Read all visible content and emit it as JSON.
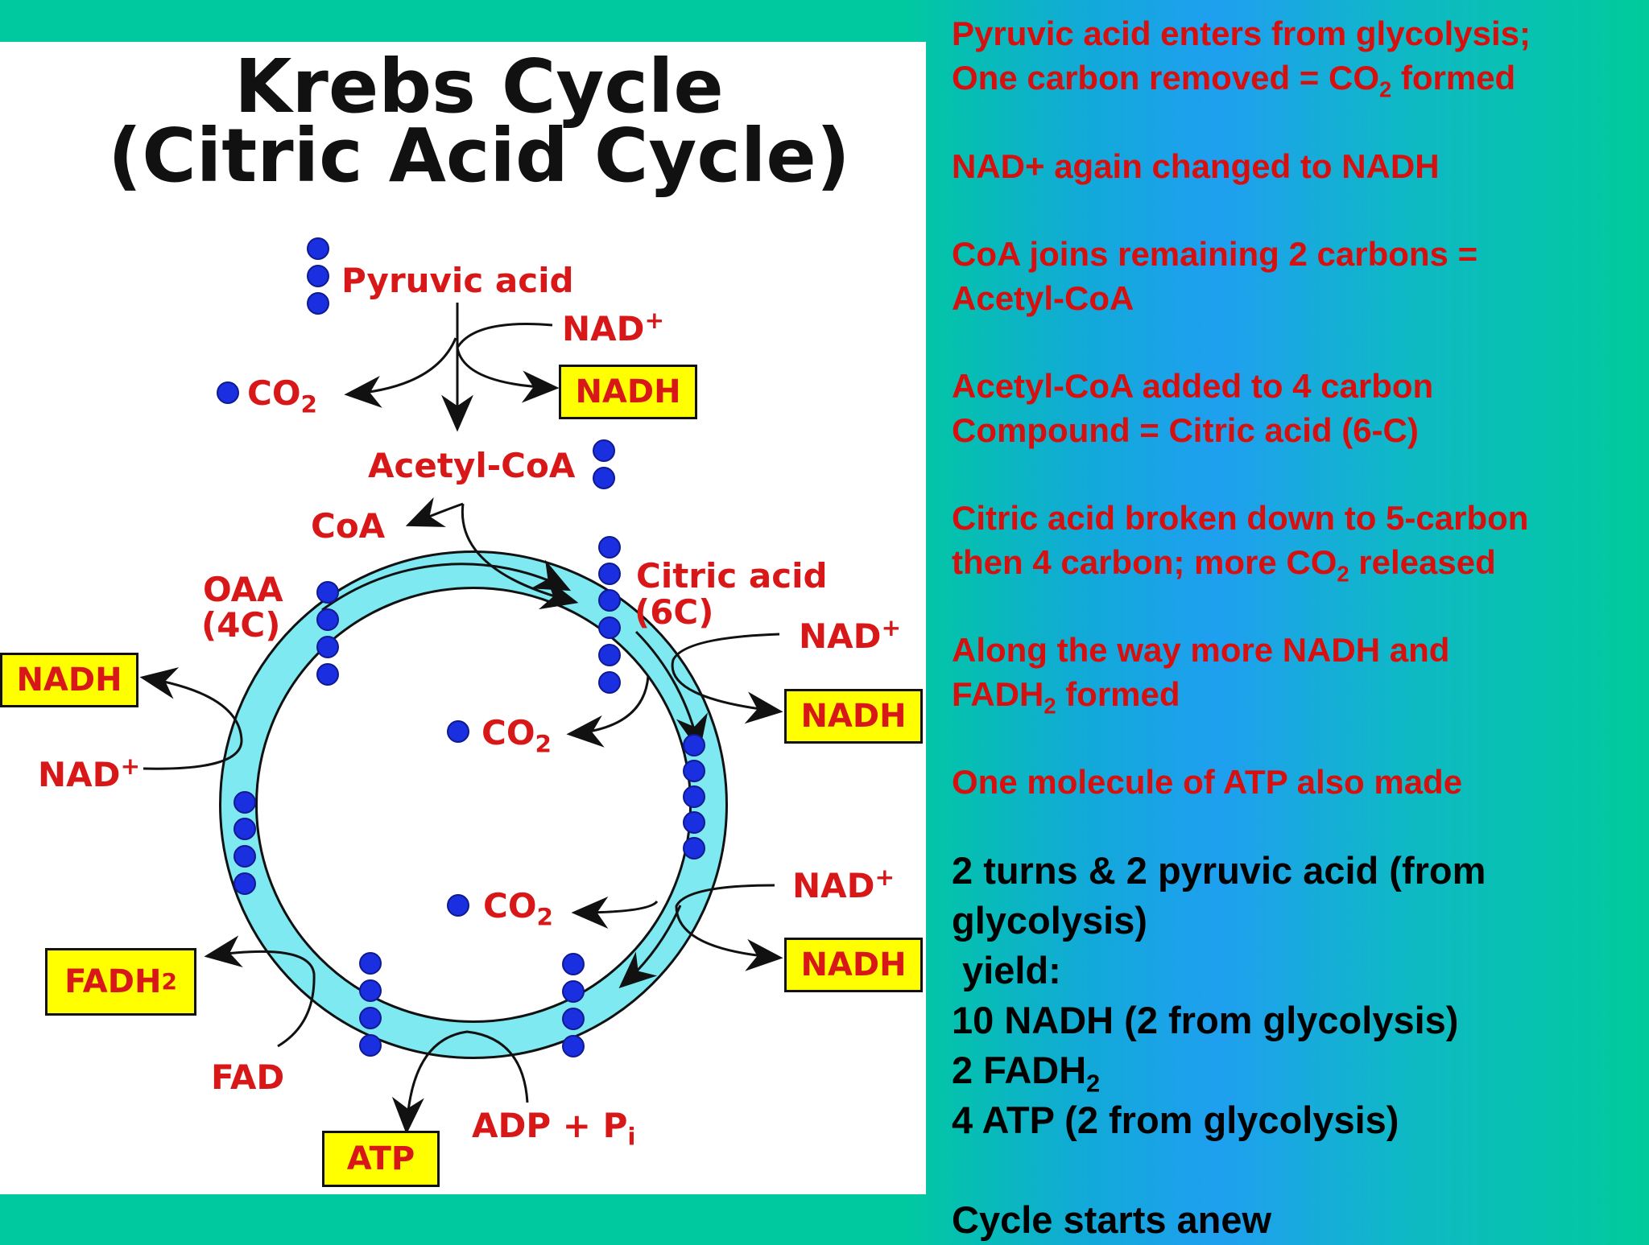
{
  "title": {
    "line1": "Krebs Cycle",
    "line2": "(Citric Acid Cycle)"
  },
  "diagram": {
    "pyruvic_acid": "Pyruvic acid",
    "nad": "NAD",
    "plus": "+",
    "nadh": "NADH",
    "co": "CO",
    "two": "2",
    "acetyl_coa": "Acetyl-CoA",
    "coa": "CoA",
    "oaa": "OAA",
    "oaa_4c": "(4C)",
    "citric_acid": "Citric acid",
    "citric_6c": "(6C)",
    "fadh": "FADH",
    "fad": "FAD",
    "atp": "ATP",
    "adp_pi": "ADP + P",
    "i": "i"
  },
  "notes": {
    "n1a": "Pyruvic acid enters from glycolysis;",
    "n1b_pre": "One carbon removed = CO",
    "n1b_sub": "2",
    "n1b_post": " formed",
    "n2": "NAD+ again changed to NADH",
    "n3a": "CoA joins remaining 2 carbons =",
    "n3b": "Acetyl-CoA",
    "n4a": "Acetyl-CoA added to 4 carbon",
    "n4b": "Compound = Citric acid (6-C)",
    "n5a": "Citric acid broken down to 5-carbon",
    "n5b_pre": "then 4 carbon; more CO",
    "n5b_sub": "2",
    "n5b_post": " released",
    "n6a": "Along the way more NADH and",
    "n6b_pre": "FADH",
    "n6b_sub": "2",
    "n6b_post": " formed",
    "n7": "One molecule of ATP also made"
  },
  "yield": {
    "l1": "2 turns & 2 pyruvic acid (from",
    "l2": "glycolysis)",
    "l3": " yield:",
    "l4": "10 NADH (2 from glycolysis)",
    "l5_pre": "2 FADH",
    "l5_sub": "2",
    "l6": "4 ATP (2 from glycolysis)",
    "l7": "Cycle starts anew"
  },
  "colors": {
    "label_red": "#d81818",
    "box_yellow": "#ffff00",
    "ring_cyan": "#7fe9f2",
    "dot_blue": "#1a2fe0",
    "bg_green": "#00c9a0",
    "bg_blue": "#1f9ff0"
  }
}
